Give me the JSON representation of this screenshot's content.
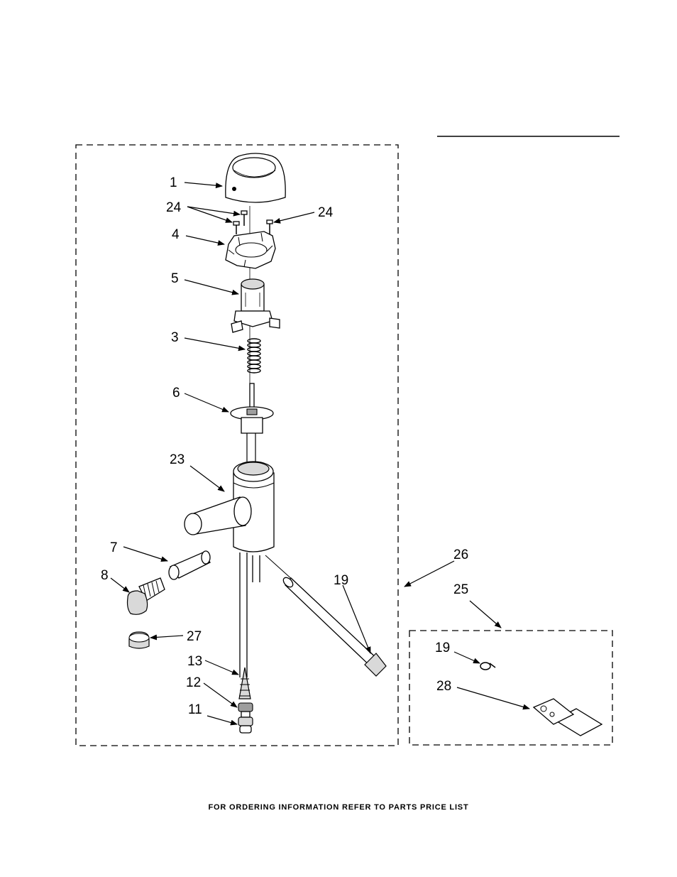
{
  "footer_text": "FOR ORDERING INFORMATION REFER TO PARTS PRICE LIST",
  "callouts": {
    "c1": "1",
    "c24a": "24",
    "c24b": "24",
    "c4": "4",
    "c5": "5",
    "c3": "3",
    "c6": "6",
    "c23": "23",
    "c7": "7",
    "c8": "8",
    "c27": "27",
    "c13": "13",
    "c12": "12",
    "c11": "11",
    "c19a": "19",
    "c26": "26",
    "c25": "25",
    "c19b": "19",
    "c28": "28"
  }
}
